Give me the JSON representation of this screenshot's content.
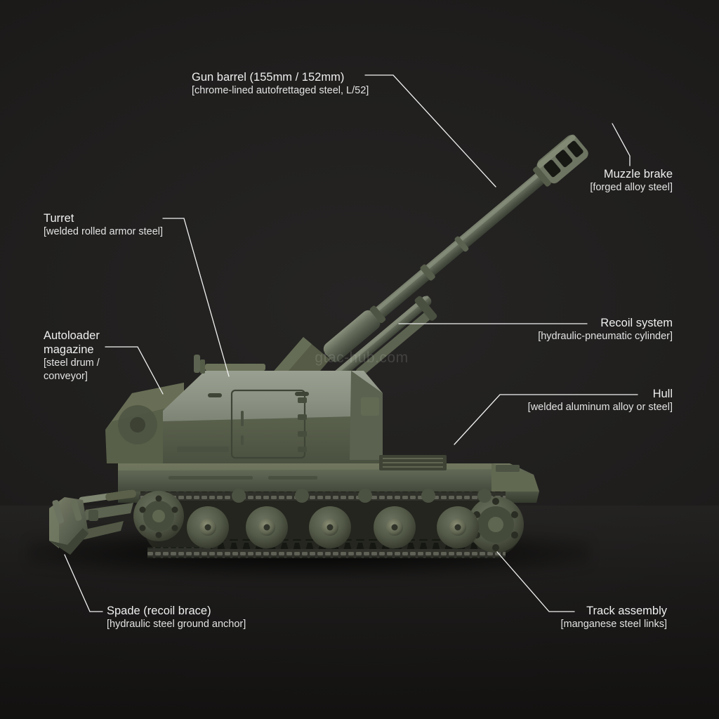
{
  "scene": {
    "subject": "self-propelled howitzer cutaway annotation diagram",
    "background_color": "#1e1d1c",
    "label_color": "#efefef",
    "leader_color": "#f2f2f2",
    "vehicle_body_color": "#585f4c",
    "turret_highlight_color": "#8f9585",
    "track_color": "#2b2c28"
  },
  "watermark": {
    "text": "gtac-hub.com"
  },
  "callouts": [
    {
      "id": "gun-barrel",
      "title": "Gun barrel (155mm / 152mm)",
      "spec": "[chrome-lined autofrettaged steel, L/52]",
      "align": "left"
    },
    {
      "id": "muzzle-brake",
      "title": "Muzzle brake",
      "spec": "[forged alloy steel]",
      "align": "right"
    },
    {
      "id": "turret",
      "title": "Turret",
      "spec": "[welded rolled armor steel]",
      "align": "left"
    },
    {
      "id": "autoloader-magazine",
      "title": "Autoloader magazine",
      "spec": "[steel drum / conveyor]",
      "align": "left"
    },
    {
      "id": "recoil-system",
      "title": "Recoil system",
      "spec": "[hydraulic-pneumatic cylinder]",
      "align": "right"
    },
    {
      "id": "hull",
      "title": "Hull",
      "spec": "[welded aluminum alloy or steel]",
      "align": "right"
    },
    {
      "id": "spade",
      "title": "Spade (recoil brace)",
      "spec": "[hydraulic steel ground anchor]",
      "align": "left"
    },
    {
      "id": "track-assembly",
      "title": "Track assembly",
      "spec": "[manganese steel links]",
      "align": "right"
    }
  ]
}
